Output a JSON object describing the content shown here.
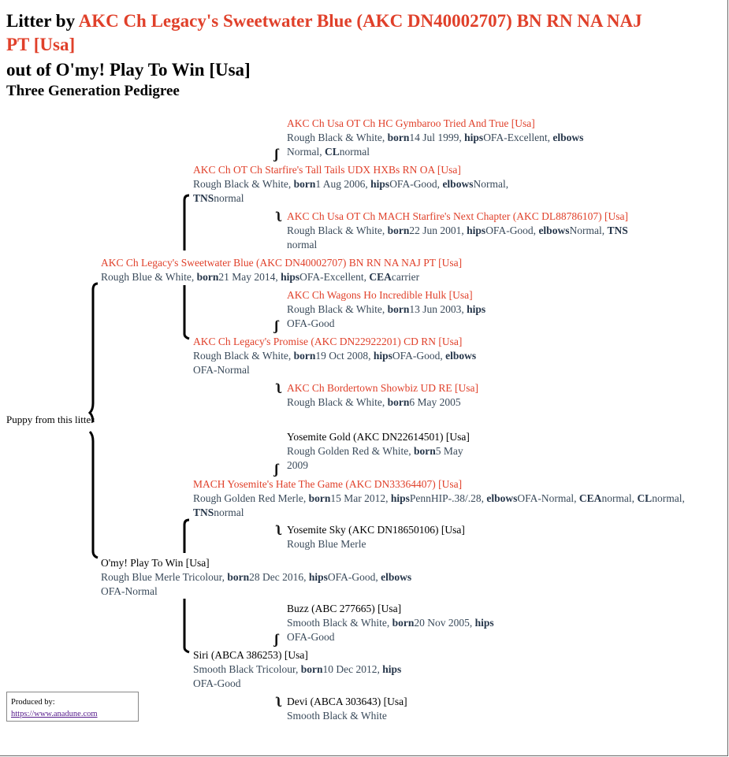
{
  "header": {
    "title_prefix": "Litter by ",
    "sire_title_line1": "AKC Ch Legacy's Sweetwater Blue (AKC DN40002707) BN RN NA NAJ",
    "sire_title_line2": "PT [Usa]",
    "dam_title": "out of O'my! Play To Win [Usa]",
    "subtitle": "Three Generation Pedigree"
  },
  "puppy_label": "Puppy from this litter",
  "nodes": {
    "sss": {
      "name": "AKC Ch Usa OT Ch HC Gymbaroo Tried And True [Usa]",
      "line1_pre": "Rough Black & White, ",
      "born": "born",
      "line1_mid": "14 Jul 1999, ",
      "hips": "hips",
      "line1_post": "OFA-Excellent, ",
      "elbows": "elbows",
      "line2_pre": "Normal, ",
      "cl": "CL",
      "line2_post": "normal"
    },
    "ss": {
      "name": "AKC Ch OT Ch Starfire's Tall Tails UDX HXBs RN OA [Usa]",
      "line1_pre": "Rough Black & White, ",
      "born": "born",
      "line1_mid": "1 Aug 2006, ",
      "hips": "hips",
      "line1_post": "OFA-Good, ",
      "elbows": "elbows",
      "line1_end": "Normal,",
      "tns": "TNS",
      "line2_post": "normal"
    },
    "ssd": {
      "name": "AKC Ch Usa OT Ch MACH Starfire's Next Chapter (AKC DL88786107) [Usa]",
      "line1_pre": "Rough Black & White, ",
      "born": "born",
      "line1_mid": "22 Jun 2001, ",
      "hips": "hips",
      "line1_post": "OFA-Good, ",
      "elbows": "elbows",
      "line1_end": "Normal, ",
      "tns": "TNS",
      "line2_post": "normal"
    },
    "s": {
      "name": "AKC Ch Legacy's Sweetwater Blue (AKC DN40002707) BN RN NA NAJ PT [Usa]",
      "line1_pre": "Rough Blue & White, ",
      "born": "born",
      "line1_mid": "21 May 2014, ",
      "hips": "hips",
      "line1_post": "OFA-Excellent, ",
      "cea": "CEA",
      "line1_end": "carrier"
    },
    "sds": {
      "name": "AKC Ch Wagons Ho Incredible Hulk [Usa]",
      "line1_pre": "Rough Black & White, ",
      "born": "born",
      "line1_mid": "13 Jun 2003, ",
      "hips": "hips",
      "line2_post": "OFA-Good"
    },
    "sd": {
      "name": "AKC Ch Legacy's Promise (AKC DN22922201) CD RN [Usa]",
      "line1_pre": "Rough Black & White, ",
      "born": "born",
      "line1_mid": "19 Oct 2008, ",
      "hips": "hips",
      "line1_post": "OFA-Good, ",
      "elbows": "elbows",
      "line2_post": "OFA-Normal"
    },
    "sdd": {
      "name": "AKC Ch Bordertown Showbiz UD RE [Usa]",
      "line1_pre": "Rough Black & White, ",
      "born": "born",
      "line1_mid": "6 May 2005"
    },
    "dss": {
      "name": "Yosemite Gold (AKC DN22614501) [Usa]",
      "line1_pre": "Rough Golden Red & White, ",
      "born": "born",
      "line1_mid": "5 May",
      "line2_post": "2009"
    },
    "ds": {
      "name": "MACH Yosemite's Hate The Game (AKC DN33364407) [Usa]",
      "line1_pre": "Rough Golden Red Merle, ",
      "born": "born",
      "line1_mid": "15 Mar 2012, ",
      "hips": "hips",
      "line1_post": "PennHIP-.38/.28, ",
      "elbows": "elbows",
      "line1_end": "OFA-Normal, ",
      "cea": "CEA",
      "cea_val": "normal, ",
      "cl": "CL",
      "cl_val": "normal,",
      "tns": "TNS",
      "line2_post": "normal"
    },
    "dsd": {
      "name": "Yosemite Sky (AKC DN18650106) [Usa]",
      "line1_pre": "Rough Blue Merle"
    },
    "d": {
      "name": "O'my! Play To Win [Usa]",
      "line1_pre": "Rough Blue Merle Tricolour, ",
      "born": "born",
      "line1_mid": "28 Dec 2016, ",
      "hips": "hips",
      "line1_post": "OFA-Good, ",
      "elbows": "elbows",
      "line2_post": "OFA-Normal"
    },
    "dds": {
      "name": "Buzz (ABC 277665) [Usa]",
      "line1_pre": "Smooth Black & White, ",
      "born": "born",
      "line1_mid": "20 Nov 2005, ",
      "hips": "hips",
      "line2_post": "OFA-Good"
    },
    "dd": {
      "name": "Siri (ABCA 386253) [Usa]",
      "line1_pre": "Smooth Black Tricolour, ",
      "born": "born",
      "line1_mid": "10 Dec 2012, ",
      "hips": "hips",
      "line2_post": "OFA-Good"
    },
    "ddd": {
      "name": "Devi (ABCA 303643) [Usa]",
      "line1_pre": "Smooth Black & White"
    }
  },
  "footer": {
    "produced_label": "Produced by:",
    "link_text": "https://www.anadune.com"
  },
  "colors": {
    "red": "#e0402a",
    "desc": "#3a4a5a"
  }
}
